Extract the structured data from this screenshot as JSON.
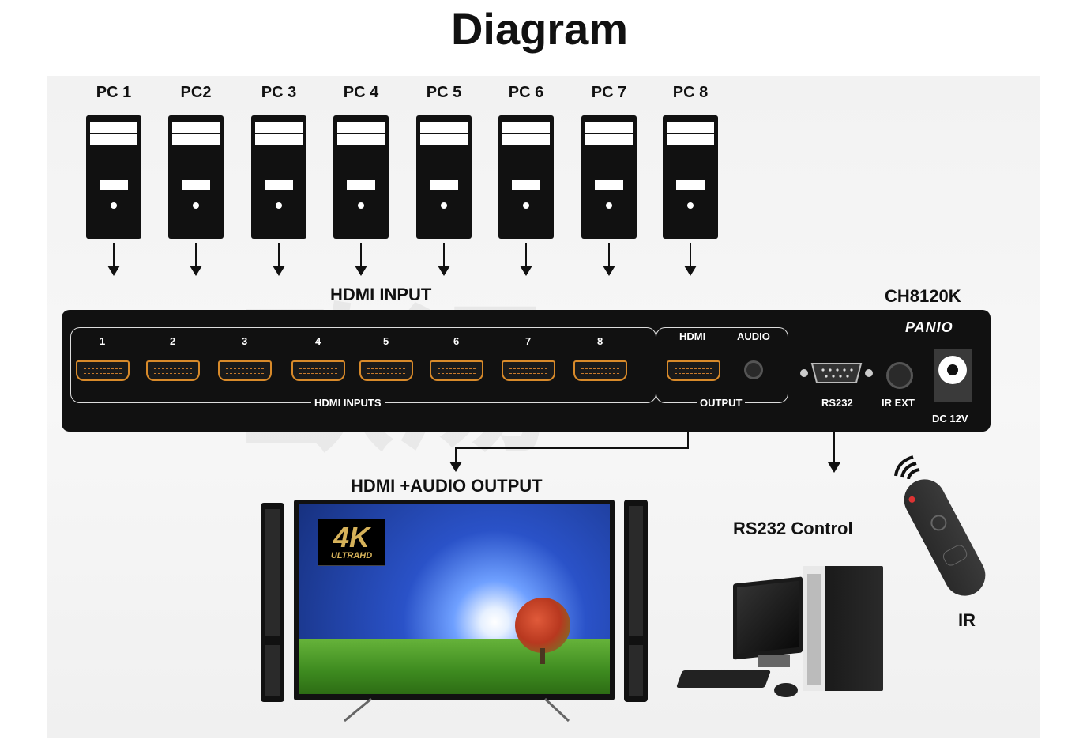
{
  "title": "Diagram",
  "pcs": [
    {
      "label": "PC 1"
    },
    {
      "label": "PC2"
    },
    {
      "label": "PC 3"
    },
    {
      "label": "PC 4"
    },
    {
      "label": "PC 5"
    },
    {
      "label": "PC 6"
    },
    {
      "label": "PC 7"
    },
    {
      "label": "PC 8"
    }
  ],
  "labels": {
    "hdmi_input": "HDMI INPUT",
    "model": "CH8120K",
    "brand": "PANIO",
    "output_title": "HDMI +AUDIO OUTPUT",
    "rs232_control": "RS232 Control",
    "ir": "IR"
  },
  "device": {
    "ports": [
      "1",
      "2",
      "3",
      "4",
      "5",
      "6",
      "7",
      "8"
    ],
    "inputs_group": "HDMI INPUTS",
    "output_hdmi": "HDMI",
    "output_audio": "AUDIO",
    "output_group": "OUTPUT",
    "rs232": "RS232",
    "ir_ext": "IR EXT",
    "dc": "DC 12V"
  },
  "tv": {
    "badge_main": "4K",
    "badge_sub": "ULTRAHD"
  },
  "colors": {
    "hdmi_port": "#d88a2a",
    "device": "#111111",
    "sky": "#2a52c8"
  }
}
